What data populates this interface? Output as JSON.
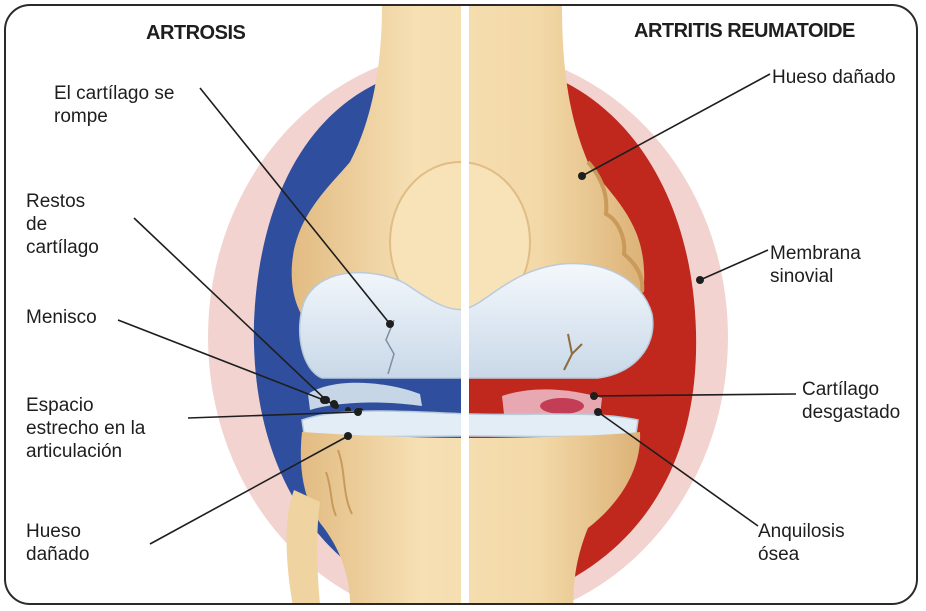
{
  "titles": {
    "left": "ARTROSIS",
    "right": "ARTRITIS REUMATOIDE"
  },
  "labels_left": {
    "cartilage_breaks": "El cartílago se\nrompe",
    "cartilage_remains": "Restos\nde\ncartílago",
    "meniscus": "Menisco",
    "narrow_space": "Espacio\nestrecho en la\narticulación",
    "damaged_bone": "Hueso\ndañado"
  },
  "labels_right": {
    "damaged_bone": "Hueso dañado",
    "synovial_membrane": "Membrana\nsinovial",
    "worn_cartilage": "Cartílago\ndesgastado",
    "bone_ankylosis": "Anquilosis\nósea"
  },
  "colors": {
    "artrosis_membrane": "#2f4f9e",
    "artritis_membrane": "#c0281e",
    "outer_halo": "#f2d3cf",
    "bone": "#f1d7a6",
    "bone_shade": "#e3bd84",
    "cartilage": "#e6eef6",
    "divider": "#ffffff",
    "leader_line": "#1e1e1e"
  }
}
